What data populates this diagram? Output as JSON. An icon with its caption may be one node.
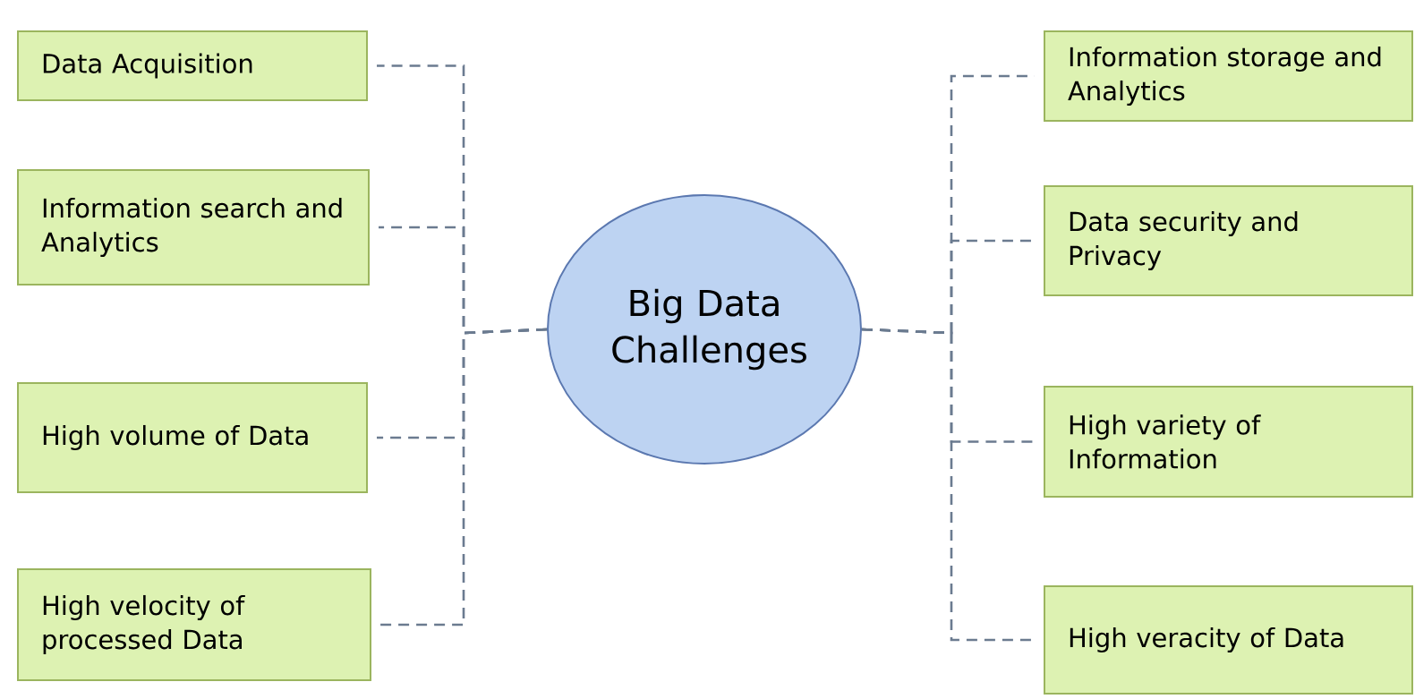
{
  "diagram": {
    "nodes": [
      {
        "text": [
          "Big Data Challenges"
        ]
      },
      {
        "text": [
          "Data Acquisition"
        ]
      },
      {
        "text": [
          "Information search and Analytics"
        ]
      },
      {
        "text": [
          "High volume of Data"
        ]
      },
      {
        "text": [
          "High velocity of processed Data"
        ]
      },
      {
        "text": [
          "Information storage and Analytics"
        ]
      },
      {
        "text": [
          "Data security and Privacy"
        ]
      },
      {
        "text": [
          "High variety of Information"
        ]
      },
      {
        "text": [
          "High veracity of Data"
        ]
      }
    ],
    "edges": [
      {
        "from": 0,
        "to": 1,
        "arrow": "none",
        "style": "dashed"
      },
      {
        "from": 0,
        "to": 2,
        "arrow": "none",
        "style": "dashed"
      },
      {
        "from": 0,
        "to": 3,
        "arrow": "none",
        "style": "dashed"
      },
      {
        "from": 0,
        "to": 4,
        "arrow": "none",
        "style": "dashed"
      },
      {
        "from": 0,
        "to": 5,
        "arrow": "none",
        "style": "dashed"
      },
      {
        "from": 0,
        "to": 6,
        "arrow": "none",
        "style": "dashed"
      },
      {
        "from": 0,
        "to": 7,
        "arrow": "none",
        "style": "dashed"
      },
      {
        "from": 0,
        "to": 8,
        "arrow": "none",
        "style": "dashed"
      }
    ]
  }
}
